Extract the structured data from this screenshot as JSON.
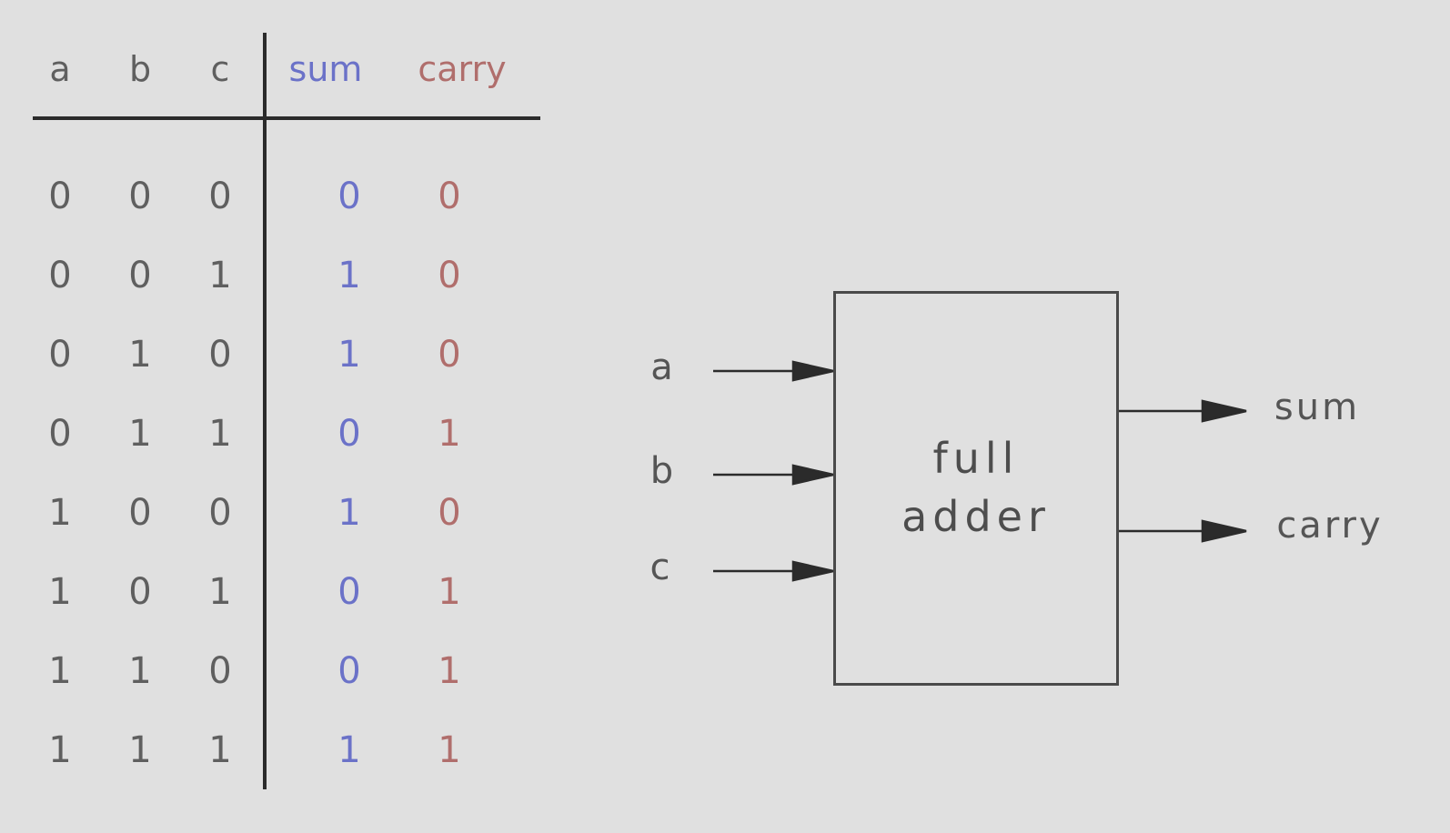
{
  "colors": {
    "background": "#e0e0e0",
    "inputs": "#5f5f5f",
    "sum": "#6b72c8",
    "carry": "#b06e6c",
    "lines": "#2b2b2b"
  },
  "truth_table": {
    "headers": {
      "a": "a",
      "b": "b",
      "c": "c",
      "sum": "sum",
      "carry": "carry"
    },
    "rows": [
      {
        "a": "0",
        "b": "0",
        "c": "0",
        "sum": "0",
        "carry": "0"
      },
      {
        "a": "0",
        "b": "0",
        "c": "1",
        "sum": "1",
        "carry": "0"
      },
      {
        "a": "0",
        "b": "1",
        "c": "0",
        "sum": "1",
        "carry": "0"
      },
      {
        "a": "0",
        "b": "1",
        "c": "1",
        "sum": "0",
        "carry": "1"
      },
      {
        "a": "1",
        "b": "0",
        "c": "0",
        "sum": "1",
        "carry": "0"
      },
      {
        "a": "1",
        "b": "0",
        "c": "1",
        "sum": "0",
        "carry": "1"
      },
      {
        "a": "1",
        "b": "1",
        "c": "0",
        "sum": "0",
        "carry": "1"
      },
      {
        "a": "1",
        "b": "1",
        "c": "1",
        "sum": "1",
        "carry": "1"
      }
    ]
  },
  "block_diagram": {
    "block_label_line1": "full",
    "block_label_line2": "adder",
    "inputs": [
      "a",
      "b",
      "c"
    ],
    "outputs": [
      "sum",
      "carry"
    ]
  }
}
